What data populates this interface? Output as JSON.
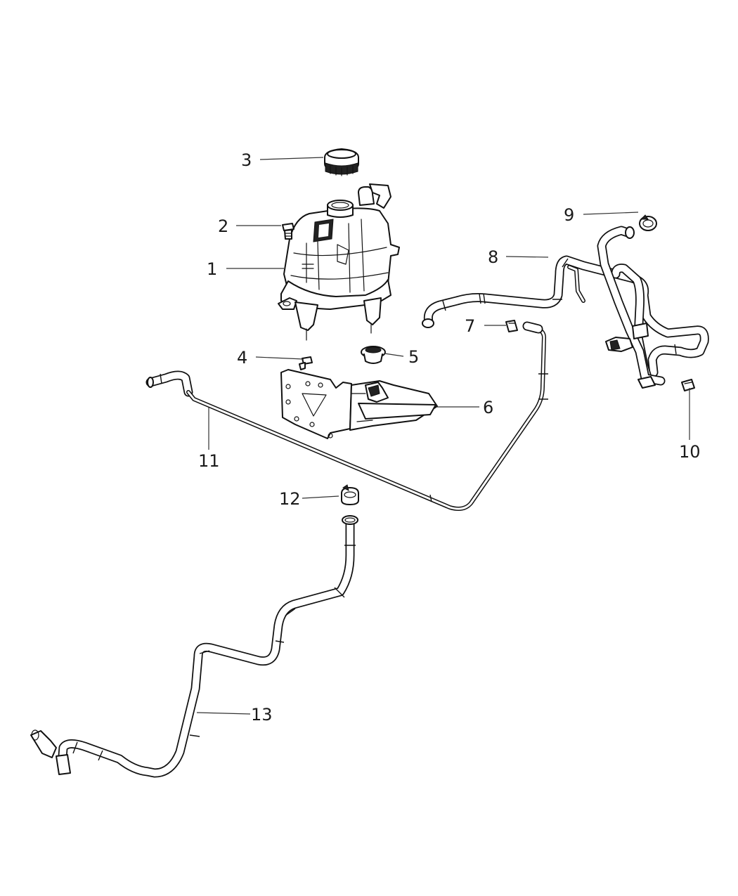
{
  "diagram": {
    "callouts": [
      {
        "id": 1,
        "label": "1"
      },
      {
        "id": 2,
        "label": "2"
      },
      {
        "id": 3,
        "label": "3"
      },
      {
        "id": 4,
        "label": "4"
      },
      {
        "id": 5,
        "label": "5"
      },
      {
        "id": 6,
        "label": "6"
      },
      {
        "id": 7,
        "label": "7"
      },
      {
        "id": 8,
        "label": "8"
      },
      {
        "id": 9,
        "label": "9"
      },
      {
        "id": 10,
        "label": "10"
      },
      {
        "id": 11,
        "label": "11"
      },
      {
        "id": 12,
        "label": "12"
      },
      {
        "id": 13,
        "label": "13"
      }
    ]
  }
}
